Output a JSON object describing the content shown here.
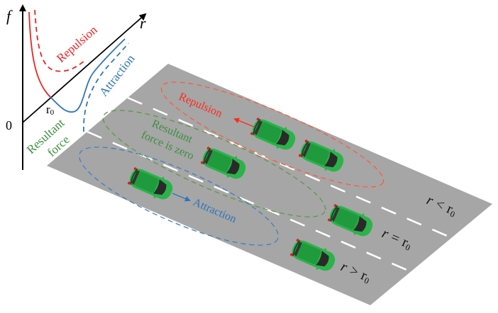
{
  "chart_panel": {
    "y_axis_label": "f",
    "x_axis_label": "r",
    "origin_label": "0",
    "r0_label": "r",
    "r0_sub": "0",
    "repulsion_label": "Repulsion",
    "attraction_label": "Attraction",
    "resultant_label_line1": "Resultant",
    "resultant_label_line2": "force"
  },
  "road": {
    "color": "#a6a6a6",
    "lane_line_color": "#ffffff",
    "groups": {
      "repulsion": {
        "label": "Repulsion",
        "color": "#ff2a1a"
      },
      "zero": {
        "label_line1": "Resultant",
        "label_line2": "force is zero",
        "color": "#3c8f3c"
      },
      "attraction": {
        "label": "Attraction",
        "color": "#2e75b6"
      }
    },
    "lane_labels": [
      {
        "r": "r",
        "op": "<",
        "r0": "r",
        "sub": "0"
      },
      {
        "r": "r",
        "op": "=",
        "r0": "r",
        "sub": "0"
      },
      {
        "r": "r",
        "op": ">",
        "r0": "r",
        "sub": "0"
      }
    ]
  },
  "colors": {
    "repulsion": "#ee2222",
    "attraction": "#2e75b6",
    "resultant": "#3c8f3c",
    "car_body": "#2bb34a",
    "car_roof": "#1f9a3c",
    "car_glass": "#2a2a2a"
  }
}
